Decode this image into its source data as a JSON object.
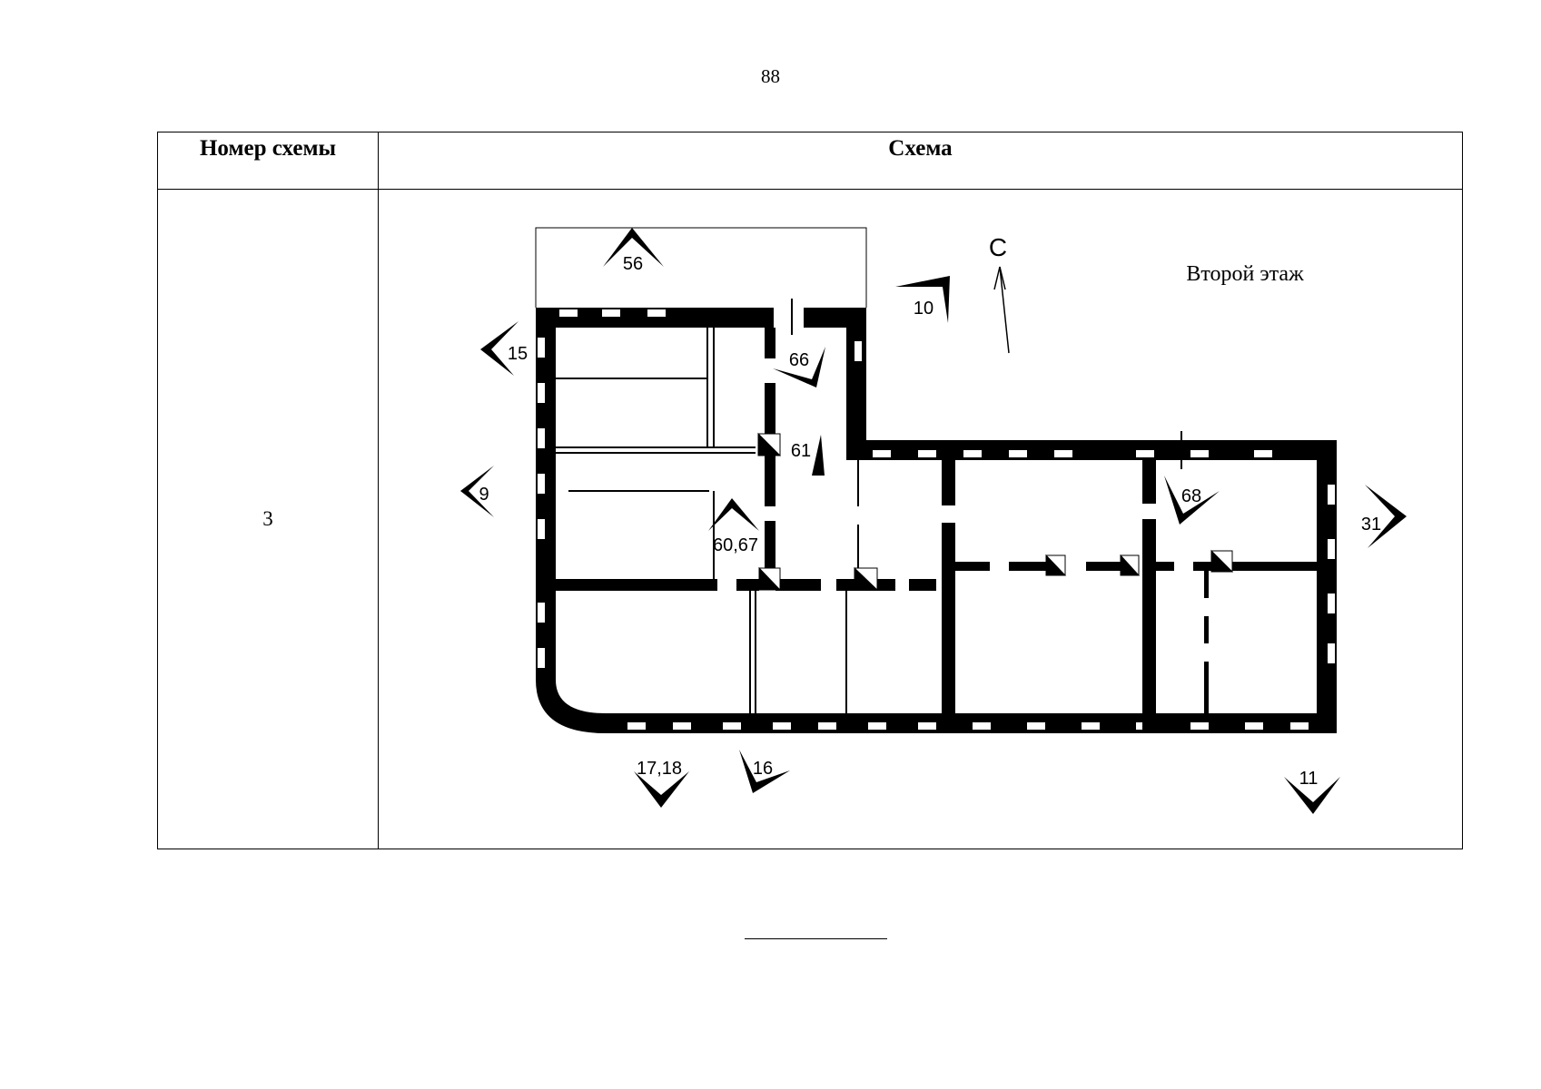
{
  "page_number": "88",
  "table": {
    "header_number": "Номер схемы",
    "header_scheme": "Схема",
    "row_number": "3"
  },
  "plan": {
    "north": "С",
    "floor_label": "Второй этаж",
    "view_markers": [
      "56",
      "10",
      "15",
      "66",
      "61",
      "9",
      "60,67",
      "68",
      "31",
      "17,18",
      "16",
      "11"
    ]
  }
}
